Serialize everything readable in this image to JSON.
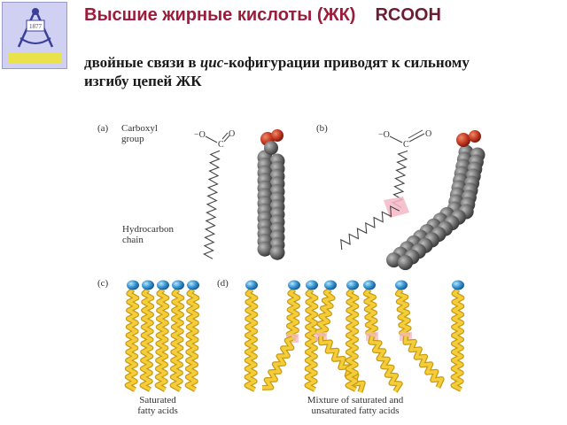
{
  "logo": {
    "icon": "compass-emblem-icon",
    "year_label": "1877"
  },
  "header": {
    "title": "Высшие жирные кислоты  (ЖК)",
    "formula": "RCOOH"
  },
  "subtitle": {
    "part1": "двойные связи в ",
    "italic": "цис",
    "part2": "-кофигурации приводят к сильному изгибу цепей ЖК"
  },
  "figure": {
    "panel_a": {
      "letter": "(a)",
      "carboxyl_line1": "Carboxyl",
      "carboxyl_line2": "group",
      "hydro_line1": "Hydrocarbon",
      "hydro_line2": "chain"
    },
    "panel_b": {
      "letter": "(b)"
    },
    "panel_c": {
      "letter": "(c)",
      "caption_line1": "Saturated",
      "caption_line2": "fatty acids"
    },
    "panel_d": {
      "letter": "(d)",
      "caption_line1": "Mixture of saturated and",
      "caption_line2": "unsaturated fatty acids"
    },
    "chem": {
      "charge": "−O",
      "carbon": "C",
      "oxygen": "O"
    }
  }
}
